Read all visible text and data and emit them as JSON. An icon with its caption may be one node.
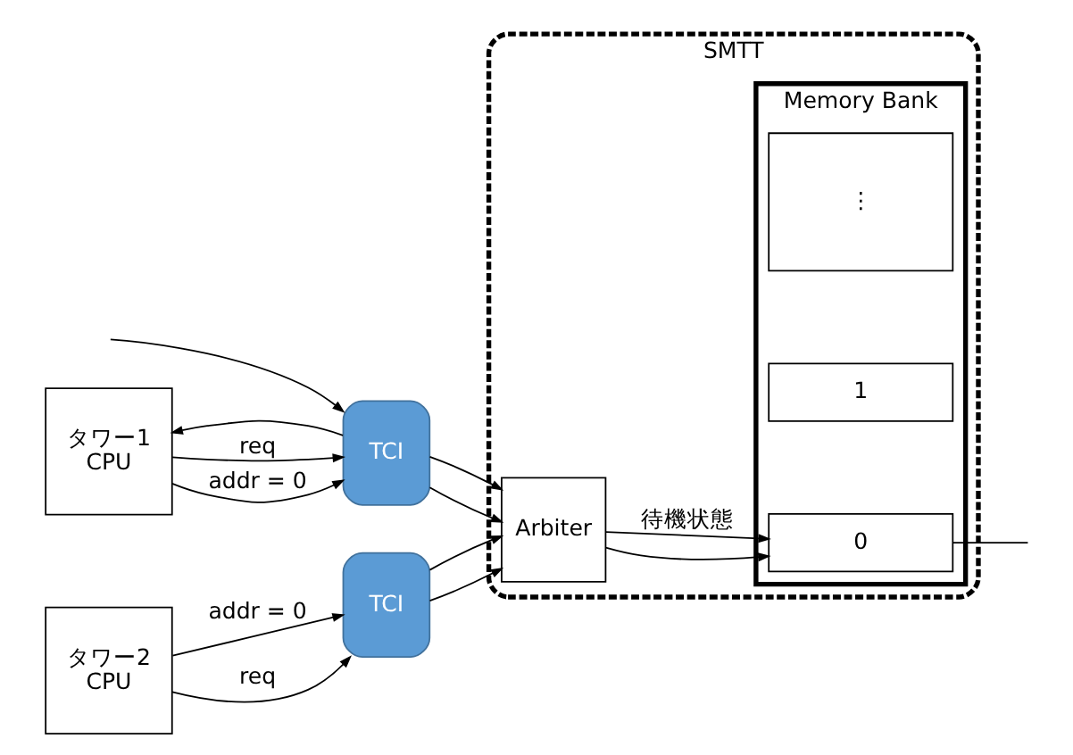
{
  "diagram": {
    "nodes": [
      {
        "text": [
          "タワー1",
          "CPU"
        ]
      },
      {
        "text": [
          "TCI"
        ]
      },
      {
        "text": [
          "タワー2",
          "CPU"
        ]
      },
      {
        "text": [
          "TCI"
        ]
      },
      {
        "text": [
          "SMTT"
        ]
      },
      {
        "text": [
          "Arbiter"
        ],
        "in": 4
      },
      {
        "text": [
          "Memory Bank"
        ],
        "in": 4
      },
      {
        "text": [
          "0"
        ],
        "in": 6
      },
      {
        "text": [
          "1"
        ],
        "in": 6
      },
      {
        "text": [
          "⋮"
        ],
        "in": 6
      }
    ],
    "edges": [
      {
        "from": null,
        "to": 1,
        "arrow": "to"
      },
      {
        "from": 1,
        "to": 0,
        "arrow": "to"
      },
      {
        "from": 0,
        "to": 1,
        "label": "req",
        "arrow": "to"
      },
      {
        "from": 0,
        "to": 1,
        "label": "addr = 0",
        "arrow": "to"
      },
      {
        "from": 1,
        "to": 5,
        "arrow": "to"
      },
      {
        "from": 1,
        "to": 5,
        "arrow": "to"
      },
      {
        "from": 2,
        "to": 3,
        "label": "req",
        "arrow": "to"
      },
      {
        "from": 2,
        "to": 3,
        "label": "addr = 0",
        "arrow": "to"
      },
      {
        "from": 3,
        "to": 5,
        "arrow": "to"
      },
      {
        "from": 3,
        "to": 5,
        "arrow": "to"
      },
      {
        "from": 5,
        "to": 7,
        "arrow": "to"
      },
      {
        "from": 5,
        "to": 7,
        "label": "待機状態",
        "arrow": "to"
      },
      {
        "from": 7,
        "to": null,
        "arrow": "none"
      }
    ]
  }
}
